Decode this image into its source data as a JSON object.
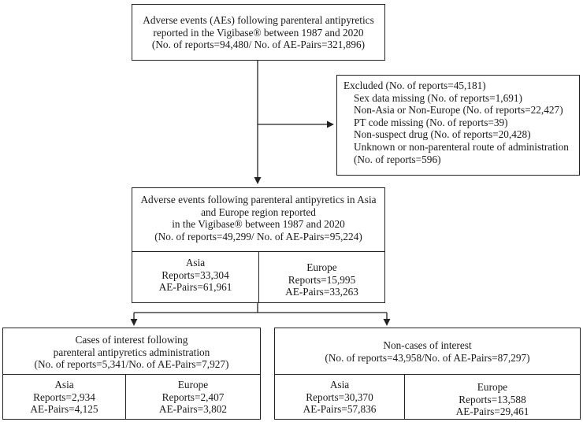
{
  "top_box": {
    "line1": "Adverse events (AEs) following parenteral antipyretics",
    "line2": "reported in the Vigibase® between 1987 and 2020",
    "line3": "(No. of reports=94,480/ No. of AE-Pairs=321,896)"
  },
  "excluded_box": {
    "title": "Excluded (No. of reports=45,181)",
    "items": [
      "Sex data missing (No. of reports=1,691)",
      "Non-Asia or Non-Europe (No. of reports=22,427)",
      "PT code missing (No. of reports=39)",
      "Non-suspect drug (No. of reports=20,428)",
      "Unknown or non-parenteral route of administration",
      "(No. of reports=596)"
    ]
  },
  "middle_box": {
    "line1": "Adverse events following parenteral antipyretics in Asia",
    "line2": "and Europe region reported",
    "line3": "in the Vigibase® between 1987 and 2020",
    "line4": "(No. of reports=49,299/ No. of AE-Pairs=95,224)",
    "asia": {
      "region": "Asia",
      "reports": "Reports=33,304",
      "pairs": "AE-Pairs=61,961"
    },
    "europe": {
      "region": "Europe",
      "reports": "Reports=15,995",
      "pairs": "AE-Pairs=33,263"
    }
  },
  "cases_box": {
    "line1": "Cases of interest following",
    "line2": "parenteral antipyretics administration",
    "line3": "(No. of reports=5,341/No. of AE-Pairs=7,927)",
    "asia": {
      "region": "Asia",
      "reports": "Reports=2,934",
      "pairs": "AE-Pairs=4,125"
    },
    "europe": {
      "region": "Europe",
      "reports": "Reports=2,407",
      "pairs": "AE-Pairs=3,802"
    }
  },
  "noncases_box": {
    "line1": "Non-cases of interest",
    "line2": "(No. of reports=43,958/No. of AE-Pairs=87,297)",
    "asia": {
      "region": "Asia",
      "reports": "Reports=30,370",
      "pairs": "AE-Pairs=57,836"
    },
    "europe": {
      "region": "Europe",
      "reports": "Reports=13,588",
      "pairs": "AE-Pairs=29,461"
    }
  }
}
